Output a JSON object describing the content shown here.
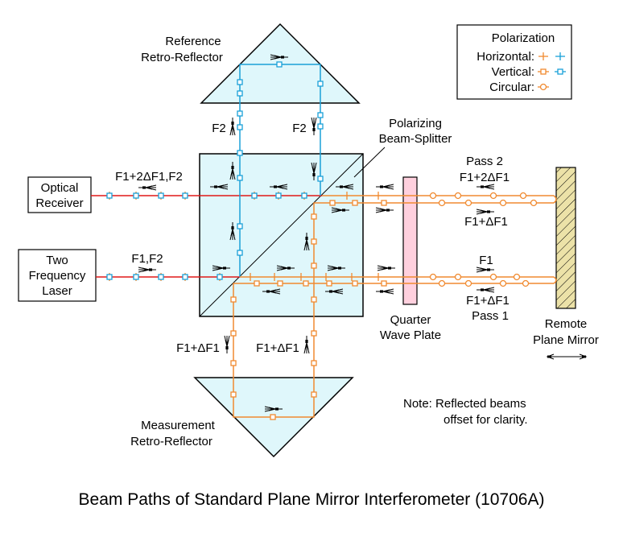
{
  "title": "Beam Paths of Standard Plane Mirror Interferometer (10706A)",
  "legend": {
    "heading": "Polarization",
    "rows": [
      {
        "label": "Horizontal:",
        "marker": "plus",
        "colors": [
          "#f08a30",
          "#1aa0d8"
        ]
      },
      {
        "label": "Vertical:",
        "marker": "square",
        "colors": [
          "#f08a30",
          "#1aa0d8"
        ]
      },
      {
        "label": "Circular:",
        "marker": "circle",
        "colors": [
          "#f08a30"
        ]
      }
    ]
  },
  "components": {
    "reference_retro": [
      "Reference",
      "Retro-Reflector"
    ],
    "measurement_retro": [
      "Measurement",
      "Retro-Reflector"
    ],
    "beam_splitter": [
      "Polarizing",
      "Beam-Splitter"
    ],
    "optical_receiver": [
      "Optical",
      "Receiver"
    ],
    "laser": [
      "Two",
      "Frequency",
      "Laser"
    ],
    "quarter_wave": [
      "Quarter",
      "Wave Plate"
    ],
    "remote_mirror": [
      "Remote",
      "Plane Mirror"
    ]
  },
  "beam_labels": {
    "receiver_beam": "F1+2ΔF1,F2",
    "laser_beam": "F1,F2",
    "ref_left": "F2",
    "ref_right": "F2",
    "meas_left": "F1+ΔF1",
    "meas_right": "F1+ΔF1",
    "pass2": "Pass 2",
    "pass2_return": "F1+2ΔF1",
    "pass2_out": "F1+ΔF1",
    "pass1_out": "F1",
    "pass1_return": "F1+ΔF1",
    "pass1": "Pass 1"
  },
  "note": [
    "Note: Reflected beams",
    "offset for clarity."
  ],
  "colors": {
    "horizontal": "#f08a30",
    "vertical_blue": "#1aa0d8",
    "combined_beam": "#e01818",
    "optic_fill": "#dff7fb",
    "waveplate_fill": "#ffd0de",
    "mirror_fill": "#ece2a8"
  }
}
